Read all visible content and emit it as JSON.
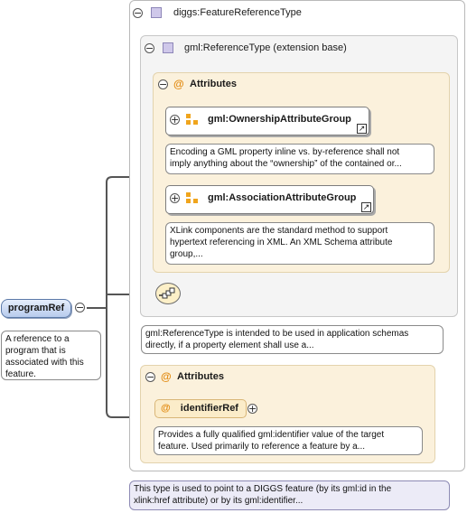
{
  "feature_reference_type": {
    "label": "diggs:FeatureReferenceType"
  },
  "reference_type": {
    "label": "gml:ReferenceType (extension base)"
  },
  "inner_attributes": {
    "label": "Attributes"
  },
  "ownership_group": {
    "label": "gml:OwnershipAttributeGroup",
    "doc": [
      "Encoding a GML property inline vs. by-reference shall not",
      "imply anything about the “ownership” of the contained or..."
    ]
  },
  "association_group": {
    "label": "gml:AssociationAttributeGroup",
    "doc": [
      "XLink components are the standard method to support",
      "hypertext referencing in XML. An XML Schema attribute",
      "group,..."
    ]
  },
  "reference_type_doc": [
    "gml:ReferenceType is intended to be used in application schemas",
    "directly, if a property element shall use a..."
  ],
  "outer_attributes": {
    "label": "Attributes"
  },
  "identifier_ref": {
    "label": "identifierRef",
    "doc": [
      "Provides a fully qualified gml:identifier value of the target",
      "feature. Used primarily to reference a feature by a..."
    ]
  },
  "program_ref": {
    "label": "programRef",
    "doc": [
      "A reference to a",
      "program that is",
      "associated with this",
      "feature."
    ]
  },
  "type_doc": [
    "This type is used to point to a DIGGS feature (by its gml:id in the",
    "xlink:href attribute) or by its gml:identifier..."
  ],
  "icons": {
    "collapse": "−",
    "expand": "+",
    "attribute": "@",
    "link": "↗"
  },
  "colors": {
    "element_fill": "#b7cbed",
    "attribute_fill": "#fbecc9",
    "type_icon": "#cfc8ea",
    "note_purple": "#ecebf7"
  }
}
